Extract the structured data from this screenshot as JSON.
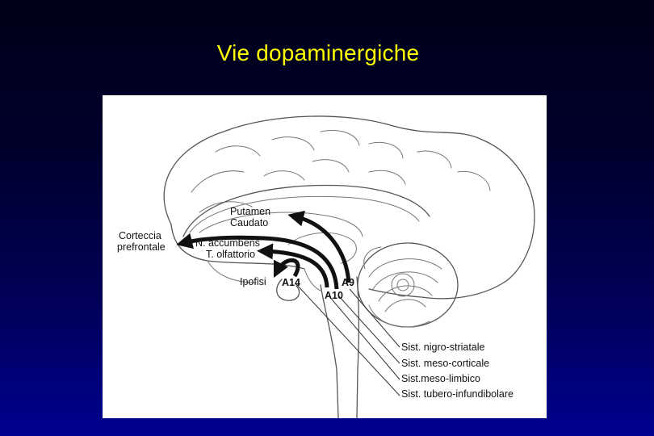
{
  "slide": {
    "title": "Vie dopaminergiche"
  },
  "figure": {
    "structures": {
      "putamen": "Putamen",
      "caudato": "Caudato",
      "corteccia": "Corteccia",
      "prefrontale": "prefrontale",
      "accumbens": "N. accumbens",
      "olfattorio": "T. olfattorio",
      "ipofisi": "Ipofisi"
    },
    "nuclei": {
      "a14": "A14",
      "a9": "A9",
      "a10": "A10"
    },
    "systems": [
      "Sist. nigro-striatale",
      "Sist. meso-corticale",
      "Sist.meso-limbico",
      "Sist. tubero-infundibolare"
    ]
  },
  "colors": {
    "title": "#ffff00",
    "panel": "#ffffff",
    "pathway": "#111111"
  }
}
